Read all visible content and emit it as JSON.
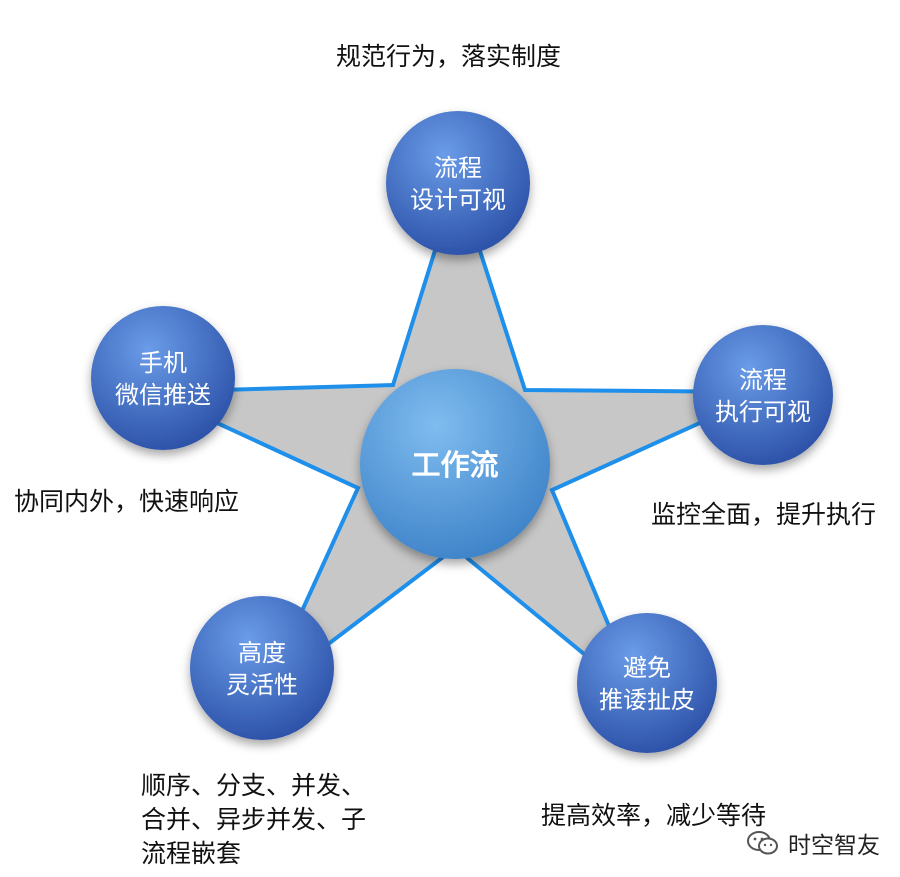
{
  "center": {
    "label": "工作流"
  },
  "nodes": [
    {
      "id": "top",
      "lines": [
        "流程",
        "设计可视"
      ],
      "caption_lines": [
        "规范行为，落实制度"
      ]
    },
    {
      "id": "right",
      "lines": [
        "流程",
        "执行可视"
      ],
      "caption_lines": [
        "监控全面，提升执行"
      ]
    },
    {
      "id": "bottom-right",
      "lines": [
        "避免",
        "推诿扯皮"
      ],
      "caption_lines": [
        "提高效率，减少等待"
      ]
    },
    {
      "id": "bottom-left",
      "lines": [
        "高度",
        "灵活性"
      ],
      "caption_lines": [
        "顺序、分支、并发、",
        "合并、异步并发、子",
        "流程嵌套"
      ]
    },
    {
      "id": "left",
      "lines": [
        "手机",
        "微信推送"
      ],
      "caption_lines": [
        "协同内外，快速响应"
      ]
    }
  ],
  "watermark": {
    "text": "时空智友",
    "icon": "wechat-icon"
  },
  "colors": {
    "node_light": "#5b8fe0",
    "node_dark": "#2a4fa6",
    "center_light": "#73b2ea",
    "center_dark": "#3f86cc",
    "star_fill": "#c7c7c7",
    "star_stroke": "#1e8fea"
  }
}
